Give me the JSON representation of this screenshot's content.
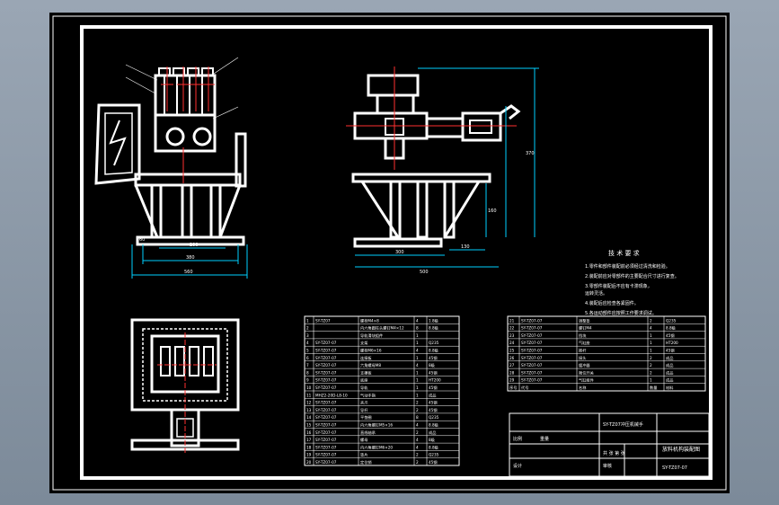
{
  "window": {
    "title": ""
  },
  "drawing": {
    "title_block": {
      "drawing_name_cn": "放料机构装配图",
      "drawing_number": "SY-TZ07-07",
      "product_code": "SY-TZ07冲压机械手"
    },
    "tech_requirements": {
      "heading": "技 术 要 求",
      "items": [
        "1.零件和部件装配前必须经过清洗和检验。",
        "2.装配前应对零部件的主要配合尺寸进行复查。",
        "3.零部件装配后不应有卡滞现象，",
        "   运转灵活。",
        "4.装配后应检查各紧固件。",
        "5.各运动部件应按照工作要求调试。"
      ]
    },
    "dims_front": {
      "d1": "200",
      "d2": "380",
      "d3": "560",
      "d4": "60"
    },
    "dims_side": {
      "d1": "300",
      "d2": "500",
      "d3": "130",
      "d4": "160",
      "d5": "370"
    },
    "bom_left": [
      {
        "no": "1",
        "code": "SY-TZ07",
        "name": "螺栓M4×8",
        "qty": "4",
        "mat": "1.8级"
      },
      {
        "no": "2",
        "code": "",
        "name": "内六角圆柱头螺钉M4×12",
        "qty": "8",
        "mat": "8.8级"
      },
      {
        "no": "3",
        "code": "",
        "name": "导轨滑块组件",
        "qty": "1",
        "mat": ""
      },
      {
        "no": "4",
        "code": "SY-TZ07-07",
        "name": "支架",
        "qty": "1",
        "mat": "Q235"
      },
      {
        "no": "5",
        "code": "SY-TZ07-07",
        "name": "螺栓M6×16",
        "qty": "4",
        "mat": "8.8级"
      },
      {
        "no": "6",
        "code": "SY-TZ07-07",
        "name": "连接板",
        "qty": "1",
        "mat": "45钢"
      },
      {
        "no": "7",
        "code": "SY-TZ07-07",
        "name": "六角螺母M8",
        "qty": "4",
        "mat": "8级"
      },
      {
        "no": "8",
        "code": "SY-TZ07-07",
        "name": "支撑板",
        "qty": "1",
        "mat": "45钢"
      },
      {
        "no": "9",
        "code": "SY-TZ07-07",
        "name": "底座",
        "qty": "1",
        "mat": "HT200"
      },
      {
        "no": "10",
        "code": "SY-TZ07-07",
        "name": "导轨",
        "qty": "1",
        "mat": "45钢"
      },
      {
        "no": "11",
        "code": "MHZ2-20D-L8-10",
        "name": "气动手指",
        "qty": "1",
        "mat": "成品"
      },
      {
        "no": "12",
        "code": "SY-TZ07-07",
        "name": "夹爪",
        "qty": "2",
        "mat": "45钢"
      },
      {
        "no": "13",
        "code": "SY-TZ07-07",
        "name": "导杆",
        "qty": "2",
        "mat": "45钢"
      },
      {
        "no": "14",
        "code": "SY-TZ07-07",
        "name": "平垫圈",
        "qty": "8",
        "mat": "Q235"
      },
      {
        "no": "15",
        "code": "SY-TZ07-07",
        "name": "内六角螺钉M5×16",
        "qty": "4",
        "mat": "8.8级"
      },
      {
        "no": "16",
        "code": "SY-TZ07-07",
        "name": "直线轴承",
        "qty": "2",
        "mat": "成品"
      },
      {
        "no": "17",
        "code": "SY-TZ07-07",
        "name": "螺母",
        "qty": "4",
        "mat": "8级"
      },
      {
        "no": "18",
        "code": "SY-TZ07-07",
        "name": "内六角螺钉M6×20",
        "qty": "4",
        "mat": "8.8级"
      },
      {
        "no": "19",
        "code": "SY-TZ07-07",
        "name": "垫片",
        "qty": "2",
        "mat": "Q235"
      },
      {
        "no": "20",
        "code": "SY-TZ07-07",
        "name": "定位销",
        "qty": "2",
        "mat": "45钢"
      }
    ],
    "bom_right": [
      {
        "no": "21",
        "code": "SY-TZ07-07",
        "name": "调整垫",
        "qty": "2",
        "mat": "Q235"
      },
      {
        "no": "22",
        "code": "SY-TZ07-07",
        "name": "螺钉M4",
        "qty": "4",
        "mat": "8.8级"
      },
      {
        "no": "23",
        "code": "SY-TZ07-07",
        "name": "挡块",
        "qty": "1",
        "mat": "45钢"
      },
      {
        "no": "24",
        "code": "SY-TZ07-07",
        "name": "气缸座",
        "qty": "1",
        "mat": "HT200"
      },
      {
        "no": "25",
        "code": "SY-TZ07-07",
        "name": "推杆",
        "qty": "1",
        "mat": "45钢"
      },
      {
        "no": "26",
        "code": "SY-TZ07-07",
        "name": "接头",
        "qty": "2",
        "mat": "成品"
      },
      {
        "no": "27",
        "code": "SY-TZ07-07",
        "name": "缓冲器",
        "qty": "2",
        "mat": "成品"
      },
      {
        "no": "28",
        "code": "SY-TZ07-07",
        "name": "限位开关",
        "qty": "2",
        "mat": "成品"
      },
      {
        "no": "29",
        "code": "SY-TZ07-07",
        "name": "气缸组件",
        "qty": "1",
        "mat": "成品"
      }
    ],
    "bom_headers": {
      "no": "序号",
      "code": "代号",
      "name": "名称",
      "qty": "数量",
      "mat": "材料"
    },
    "title_labels": {
      "scale": "比例",
      "weight": "重量",
      "sheets": "共 张 第 张",
      "designer": "设计",
      "checker": "审核"
    }
  },
  "colors": {
    "background": "#000000",
    "line": "#ffffff",
    "dim": "#00d0ff",
    "center": "#ff3030"
  }
}
